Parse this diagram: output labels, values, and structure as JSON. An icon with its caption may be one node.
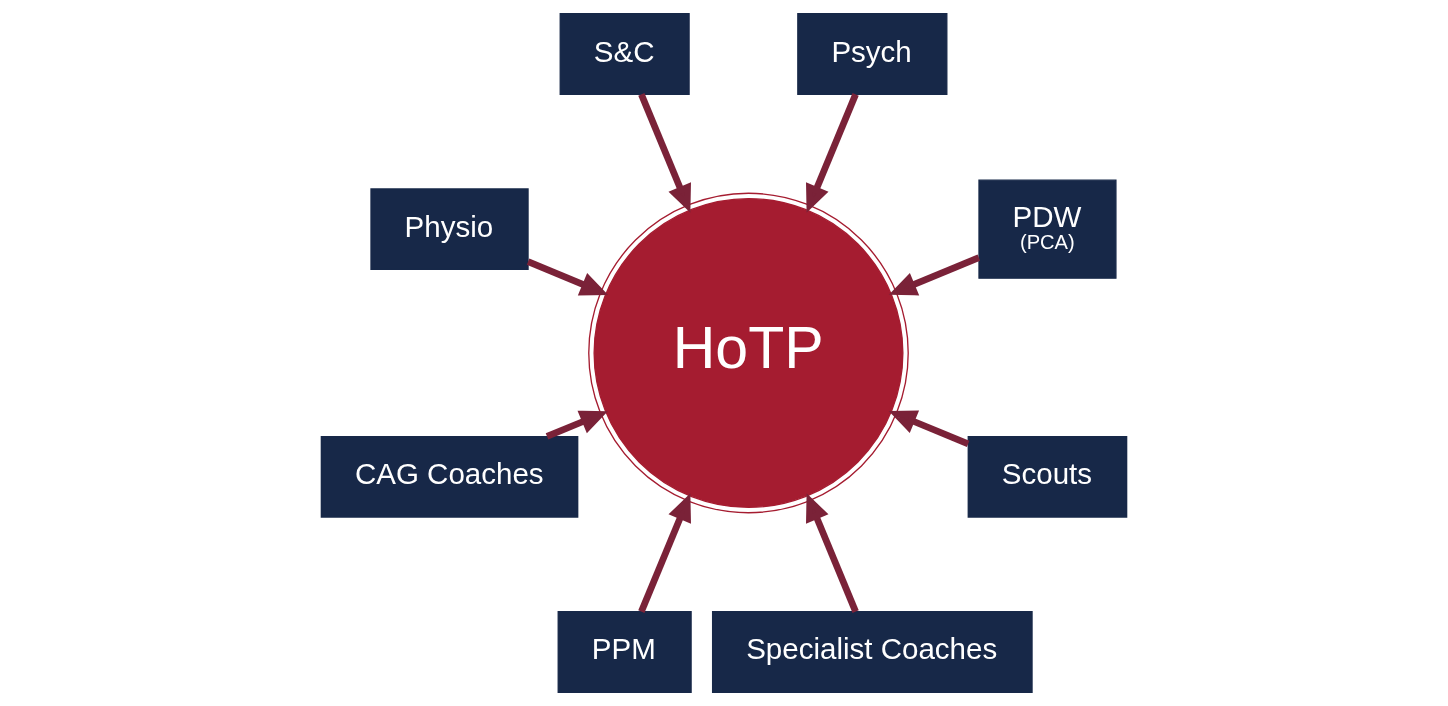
{
  "diagram": {
    "nodes": [
      {
        "text": [
          "PDW",
          "(PCA)"
        ]
      },
      {
        "text": [
          "Psych"
        ]
      },
      {
        "text": [
          "S&C"
        ]
      },
      {
        "text": [
          "Physio"
        ]
      },
      {
        "text": [
          "CAG Coaches"
        ]
      },
      {
        "text": [
          "PPM"
        ]
      },
      {
        "text": [
          "Specialist Coaches"
        ]
      },
      {
        "text": [
          "Scouts"
        ]
      },
      {
        "text": [
          "HoTP"
        ]
      }
    ],
    "edges": [
      {
        "from": 0,
        "to": 8,
        "arrow": "to"
      },
      {
        "from": 1,
        "to": 8,
        "arrow": "to"
      },
      {
        "from": 2,
        "to": 8,
        "arrow": "to"
      },
      {
        "from": 3,
        "to": 8,
        "arrow": "to"
      },
      {
        "from": 4,
        "to": 8,
        "arrow": "to"
      },
      {
        "from": 5,
        "to": 8,
        "arrow": "to"
      },
      {
        "from": 6,
        "to": 8,
        "arrow": "to"
      },
      {
        "from": 7,
        "to": 8,
        "arrow": "to"
      }
    ]
  }
}
